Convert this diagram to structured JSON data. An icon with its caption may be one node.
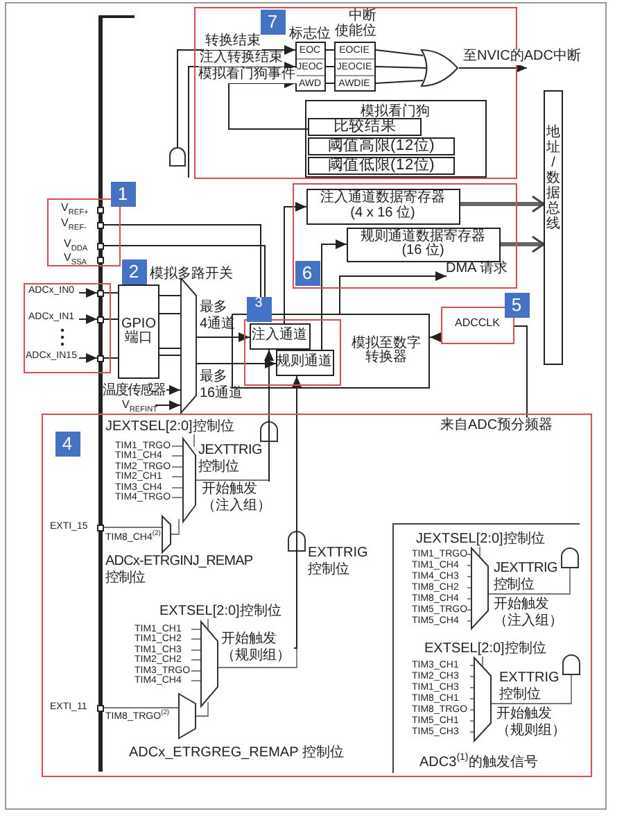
{
  "diagram": {
    "nodes": [
      {
        "text": [
          "7"
        ]
      },
      {
        "text": [
          "标志位",
          "EOC",
          "JEOC",
          "AWD"
        ],
        "in": 0
      },
      {
        "text": [
          "中断使能位",
          "EOCIE",
          "JEOCIE",
          "AWDIE"
        ],
        "in": 0
      },
      {
        "text": [],
        "shape": "gate",
        "in": 0
      },
      {
        "text": [
          "模拟看门狗"
        ],
        "in": 0
      },
      {
        "text": [
          "比较结果"
        ],
        "in": 4
      },
      {
        "text": [
          "阈值高限(12位)"
        ],
        "in": 4
      },
      {
        "text": [
          "阈值低限(12位)"
        ],
        "in": 4
      },
      {
        "text": [
          "地址/数据总线"
        ]
      },
      {
        "text": [
          "1"
        ]
      },
      {
        "text": [
          "2"
        ]
      },
      {
        "text": [
          "GPIO 端口"
        ]
      },
      {
        "text": [
          "6"
        ]
      },
      {
        "text": [
          "注入通道数据寄存器",
          "(4 x 16 位)"
        ],
        "in": 12
      },
      {
        "text": [
          "规则通道数据寄存器",
          "(16 位)"
        ],
        "in": 12
      },
      {
        "text": [
          "模拟至数字转换器"
        ]
      },
      {
        "text": [
          "3"
        ],
        "in": 15
      },
      {
        "text": [
          "注入通道"
        ],
        "in": 16
      },
      {
        "text": [
          "规则通道"
        ],
        "in": 16
      },
      {
        "text": [
          "5",
          "ADCCLK"
        ]
      },
      {
        "text": [
          "4"
        ]
      },
      {
        "text": [
          "ADC3$^{(1)}$的触发信号"
        ],
        "in": 20
      },
      {
        "text": [
          "来自ADC预分频器"
        ],
        "in": 20
      },
      {
        "text": [
          "开始触发（注入组）"
        ],
        "in": 20
      },
      {
        "text": [
          "开始触发（规则组）"
        ],
        "in": 20
      },
      {
        "text": [],
        "shape": "gate"
      },
      {
        "text": [],
        "shape": "bar"
      },
      {
        "text": [],
        "shape": "trapezoid"
      },
      {
        "text": [
          "温度传感器"
        ]
      },
      {
        "text": [
          "V$_{REFINT}$"
        ]
      },
      {
        "text": [
          "DMA 请求"
        ],
        "in": 12
      },
      {
        "text": [],
        "shape": "box",
        "in": 9
      },
      {
        "text": [],
        "shape": "box",
        "in": 9
      },
      {
        "text": [],
        "shape": "box",
        "in": 9
      },
      {
        "text": [],
        "shape": "box",
        "in": 9
      },
      {
        "text": [
          "ADCx_IN0"
        ],
        "in": 10
      },
      {
        "text": [],
        "shape": "box",
        "in": 10
      },
      {
        "text": [
          "ADCx_IN1"
        ],
        "in": 10
      },
      {
        "text": [],
        "shape": "box",
        "in": 10
      },
      {
        "text": [
          "ADCx_IN15"
        ],
        "in": 10
      },
      {
        "text": [],
        "shape": "box",
        "in": 10
      },
      {
        "text": [],
        "shape": "box",
        "in": 20
      },
      {
        "text": [],
        "shape": "box",
        "in": 20
      }
    ],
    "edges": [
      {
        "from": 1,
        "to": 2,
        "arrow": "none"
      },
      {
        "from": 2,
        "to": 3,
        "arrow": "none"
      },
      {
        "from": 3,
        "to": null,
        "arrow": "to",
        "label": "至NVIC的ADC中断"
      },
      {
        "from": 25,
        "to": 1,
        "arrow": "to",
        "label": "转换结束"
      },
      {
        "from": null,
        "to": 1,
        "arrow": "to",
        "label": "注入转换结束"
      },
      {
        "from": 5,
        "to": 1,
        "arrow": "to",
        "label": "模拟看门狗事件"
      },
      {
        "from": 13,
        "to": 8,
        "arrow": "to",
        "style": "thick"
      },
      {
        "from": 14,
        "to": 8,
        "arrow": "to",
        "style": "thick"
      },
      {
        "from": 15,
        "to": 30,
        "arrow": "to"
      },
      {
        "from": 22,
        "to": 19,
        "arrow": "none"
      },
      {
        "from": 19,
        "to": 15,
        "arrow": "to"
      },
      {
        "from": 17,
        "to": 13,
        "arrow": "to"
      },
      {
        "from": 18,
        "to": 14,
        "arrow": "to"
      },
      {
        "from": 11,
        "to": 27,
        "arrow": "none"
      },
      {
        "from": 27,
        "to": 17,
        "arrow": "to"
      },
      {
        "from": 27,
        "to": 18,
        "arrow": "to"
      },
      {
        "from": 23,
        "to": 17,
        "arrow": "to"
      },
      {
        "from": 24,
        "to": 18,
        "arrow": "to"
      },
      {
        "from": 36,
        "to": 11,
        "arrow": "none"
      },
      {
        "from": 38,
        "to": 11,
        "arrow": "none"
      },
      {
        "from": 40,
        "to": 11,
        "arrow": "none"
      },
      {
        "from": 28,
        "to": 27,
        "arrow": "to"
      },
      {
        "from": 29,
        "to": 27,
        "arrow": "to"
      },
      {
        "from": 32,
        "to": 15,
        "arrow": "none"
      },
      {
        "from": 33,
        "to": 15,
        "arrow": "none"
      },
      {
        "from": 35,
        "to": 36,
        "arrow": "to"
      },
      {
        "from": 37,
        "to": 38,
        "arrow": "to"
      },
      {
        "from": 39,
        "to": 40,
        "arrow": "to"
      }
    ],
    "labels": [
      "V$_{REF+}$",
      "V$_{REF-}$",
      "V$_{DDA}$",
      "V$_{SSA}$",
      "模拟多路开关",
      "最多 4通道",
      "最多 16通道",
      "JEXTSEL[2:0]控制位",
      "TIM1_TRGO",
      "TIM1_CH4",
      "TIM2_TRGO",
      "TIM2_CH1",
      "TIM3_CH4",
      "TIM4_TRGO",
      "JEXTTRIG 控制位",
      "EXTI_15",
      "TIM8_CH4$^{(2)}$",
      "ADCx-ETRGINJ_REMAP控制位",
      "EXTTRIG控制位",
      "JEXTSEL[2:0]控制位",
      "TIM1_TRGO",
      "TIM1_CH4",
      "TIM4_CH3",
      "TIM8_CH2",
      "TIM8_CH4",
      "TIM5_TRGO",
      "TIM5_CH4",
      "JEXTTRIG 控制位",
      "开始触发（注入组）",
      "EXTSEL[2:0]控制位",
      "TIM1_CH1",
      "TIM1_CH2",
      "TIM1_CH3",
      "TIM2_CH2",
      "TIM3_TRGO",
      "TIM4_CH4",
      "EXTSEL[2:0]控制位",
      "TIM3_CH1",
      "TIM2_CH3",
      "TIM1_CH3",
      "TIM8_CH1",
      "TIM8_TRGO",
      "TIM5_CH1",
      "TIM5_CH3",
      "EXTTRIG 控制位",
      "开始触发（规则组）",
      "EXTI_11",
      "TIM8_TRGO$^{(2)}$",
      "ADCx_ETRGREG_REMAP 控制位"
    ]
  }
}
